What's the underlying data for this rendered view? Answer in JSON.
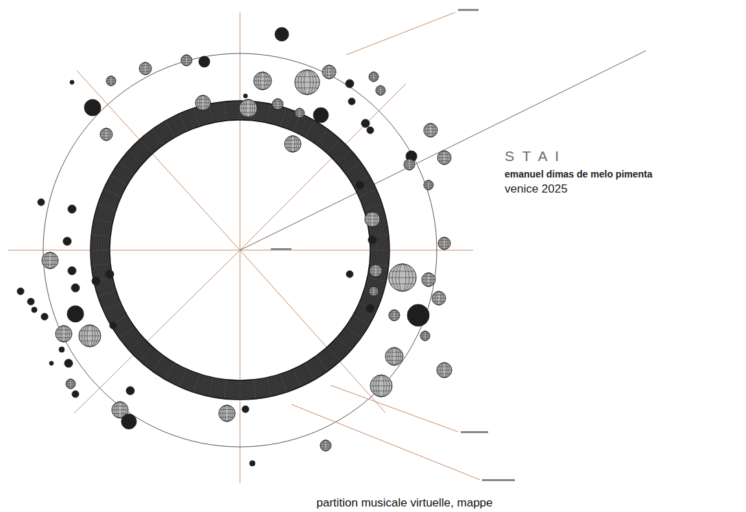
{
  "diagram": {
    "title": "S T A I",
    "labels": [
      "emanuel dimas de melo pimenta",
      "venice 2025"
    ],
    "caption": "partition musicale virtuelle, mappe"
  }
}
